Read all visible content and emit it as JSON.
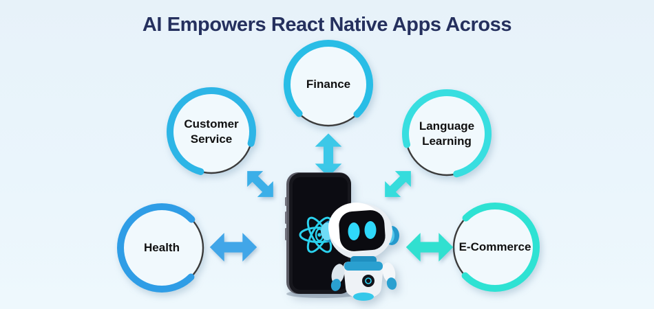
{
  "title": "AI Empowers React Native Apps Across",
  "colors": {
    "background": "#e9f4fb",
    "title_text": "#25305e",
    "ring_track": "#3b3b3b",
    "node_fill": "#f1f9fd",
    "label_text": "#101010",
    "react_logo": "#2bd2ee"
  },
  "nodes": [
    {
      "id": "finance",
      "label": "Finance",
      "color": "#29bde6"
    },
    {
      "id": "customer-service",
      "label": "Customer Service",
      "color": "#2db5e6"
    },
    {
      "id": "language-learning",
      "label": "Language Learning",
      "color": "#38dee0"
    },
    {
      "id": "health",
      "label": "Health",
      "color": "#2f9de6"
    },
    {
      "id": "ecommerce",
      "label": "E-Commerce",
      "color": "#2ee2d3"
    }
  ],
  "arrows": [
    {
      "id": "finance-arrow",
      "direction": "vertical-double",
      "color": "#3cc8e8"
    },
    {
      "id": "customer-service-arrow",
      "direction": "diagonal-double-nwse",
      "color": "#3bafe8"
    },
    {
      "id": "language-learning-arrow",
      "direction": "diagonal-double-nesw",
      "color": "#35dcdc"
    },
    {
      "id": "health-arrow",
      "direction": "horizontal-double",
      "color": "#41a6e8"
    },
    {
      "id": "ecommerce-arrow",
      "direction": "horizontal-double",
      "color": "#31e0d0"
    }
  ],
  "center": {
    "icons": [
      "smartphone-icon",
      "react-logo-icon",
      "ai-robot-icon"
    ]
  }
}
